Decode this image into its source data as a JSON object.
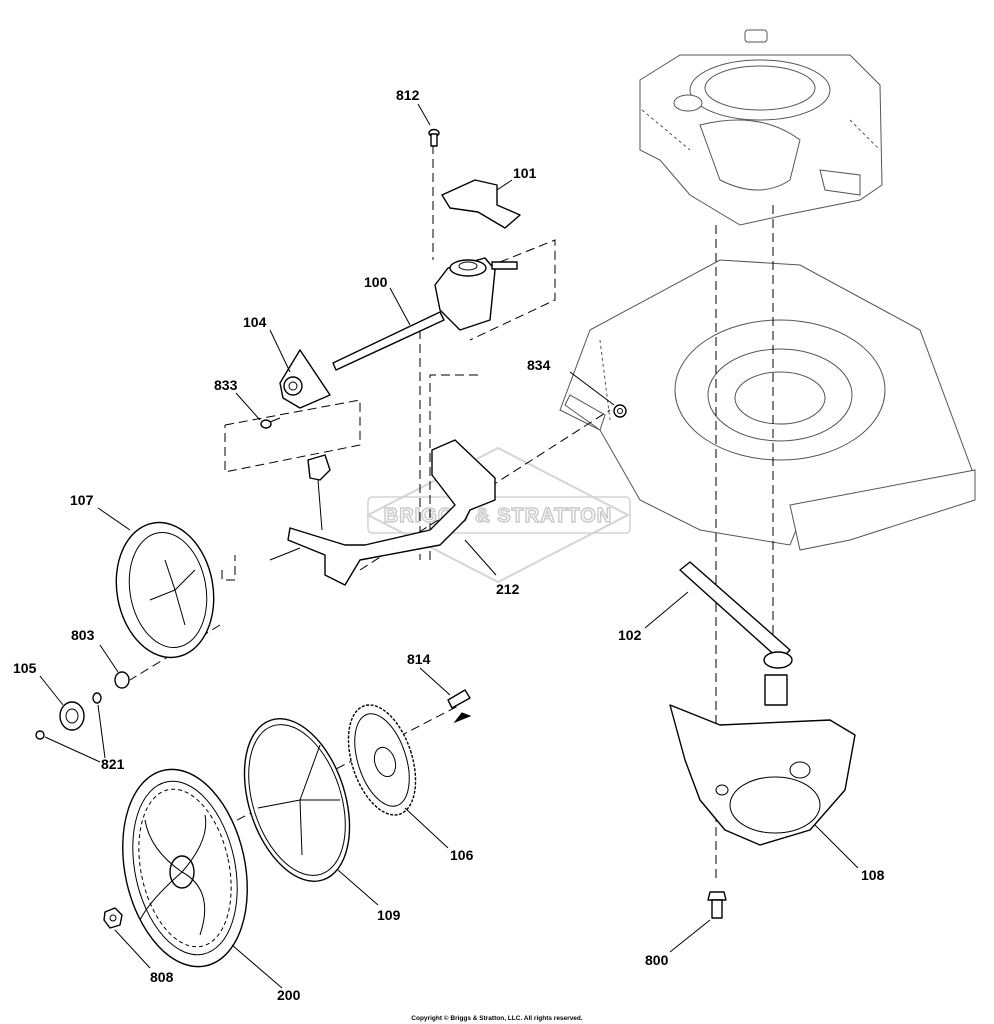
{
  "watermark": "BRIGGS & STRATTON",
  "copyright": "Copyright © Briggs & Stratton, LLC. All rights reserved.",
  "callouts": [
    {
      "id": "812",
      "label": "812"
    },
    {
      "id": "101",
      "label": "101"
    },
    {
      "id": "100",
      "label": "100"
    },
    {
      "id": "104",
      "label": "104"
    },
    {
      "id": "833",
      "label": "833"
    },
    {
      "id": "834",
      "label": "834"
    },
    {
      "id": "107",
      "label": "107"
    },
    {
      "id": "212",
      "label": "212"
    },
    {
      "id": "803",
      "label": "803"
    },
    {
      "id": "102",
      "label": "102"
    },
    {
      "id": "105",
      "label": "105"
    },
    {
      "id": "814",
      "label": "814"
    },
    {
      "id": "821",
      "label": "821"
    },
    {
      "id": "106",
      "label": "106"
    },
    {
      "id": "108",
      "label": "108"
    },
    {
      "id": "109",
      "label": "109"
    },
    {
      "id": "808",
      "label": "808"
    },
    {
      "id": "200",
      "label": "200"
    },
    {
      "id": "800",
      "label": "800"
    }
  ]
}
